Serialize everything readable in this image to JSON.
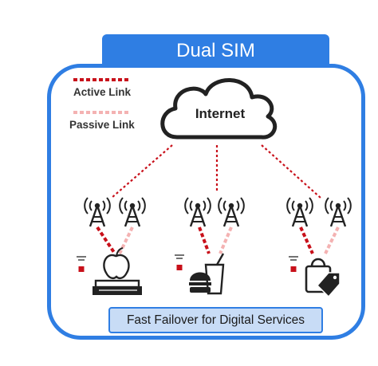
{
  "title": "Dual SIM",
  "legend": {
    "active_label": "Active Link",
    "passive_label": "Passive Link",
    "active_color": "#c8101a",
    "passive_color": "#f4b2b2"
  },
  "cloud_label": "Internet",
  "footer_label": "Fast Failover for Digital Services",
  "accent_color": "#2f7ee3",
  "sites": [
    {
      "device_icon": "education-icon"
    },
    {
      "device_icon": "fast-food-icon"
    },
    {
      "device_icon": "retail-shopping-icon"
    }
  ]
}
